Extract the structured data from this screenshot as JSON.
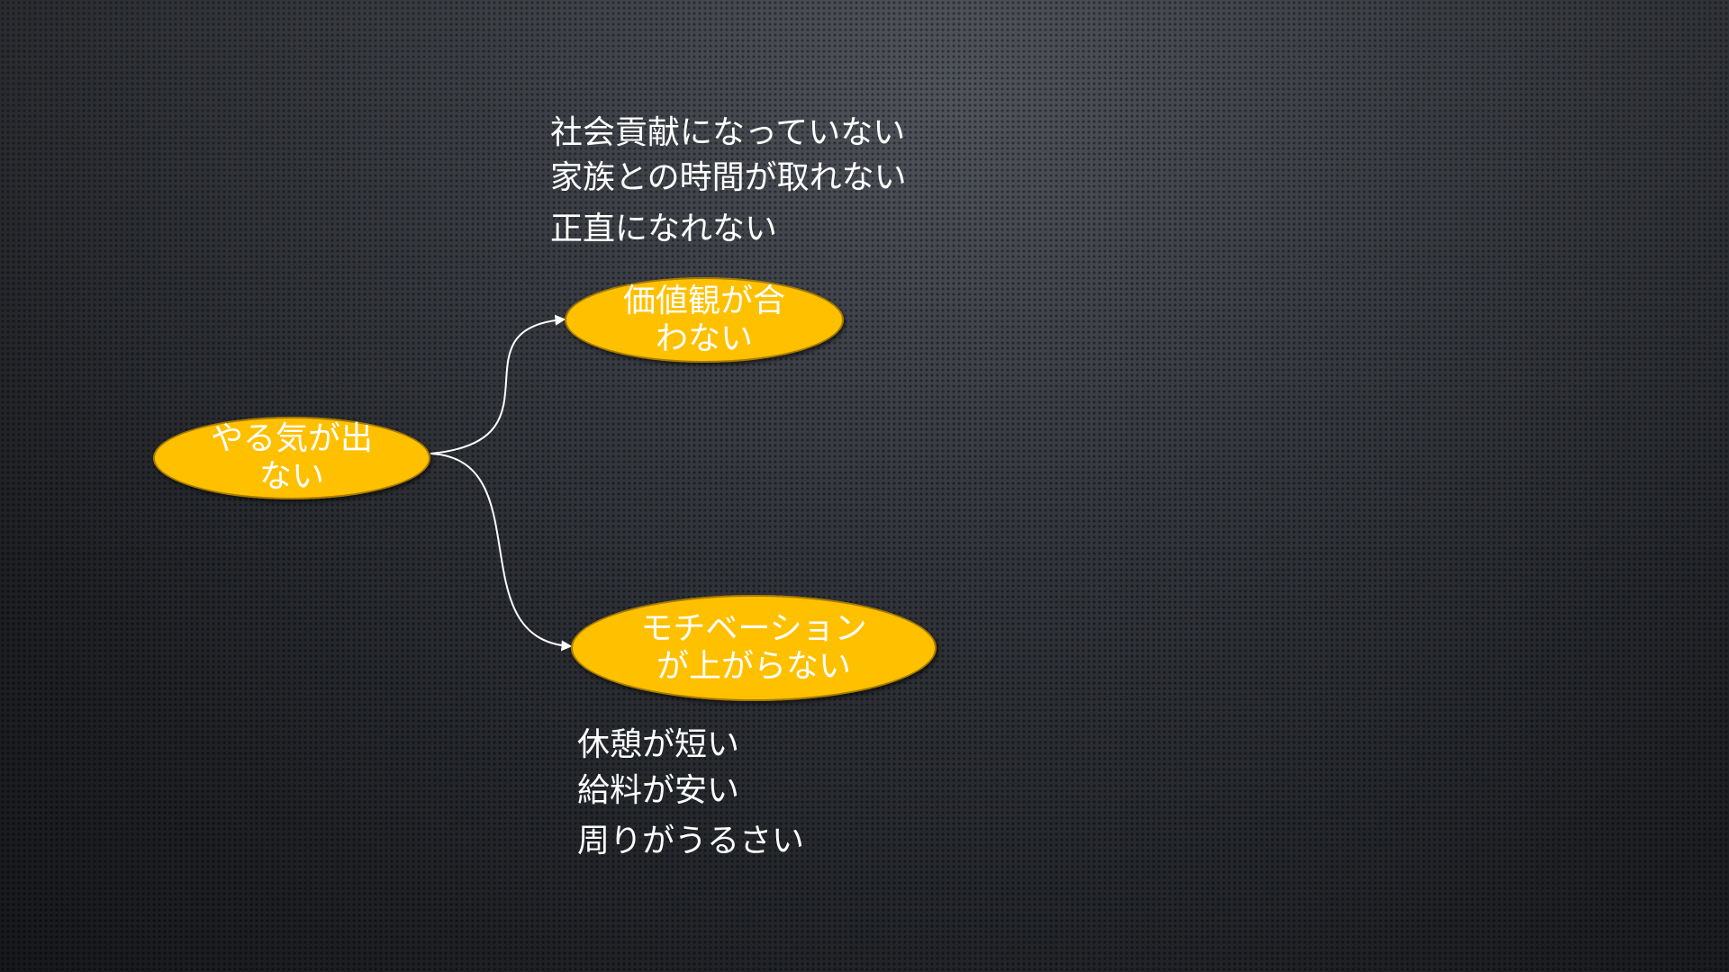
{
  "colors": {
    "node_fill": "#FFC000",
    "node_text": "#FFFFFF",
    "reason_text": "#FFFFFF",
    "connector": "#FFFFFF"
  },
  "nodes": {
    "root": {
      "label": "やる気が出\nない"
    },
    "values": {
      "label": "価値観が合\nわない"
    },
    "motivation": {
      "label": "モチベーション\nが上がらない"
    }
  },
  "reasons": {
    "values": [
      "社会貢献になっていない",
      "家族との時間が取れない",
      "正直になれない"
    ],
    "motivation": [
      "休憩が短い",
      "給料が安い",
      "周りがうるさい"
    ]
  }
}
